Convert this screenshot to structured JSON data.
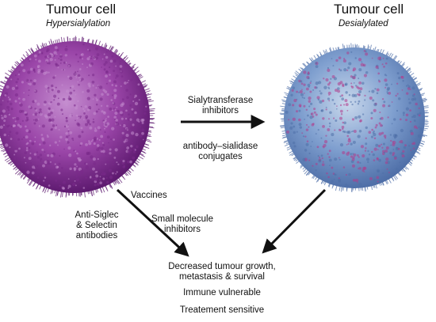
{
  "left_cell": {
    "title": "Tumour cell",
    "subtitle": "Hypersialylation",
    "colors": {
      "core": "#7a2a8a",
      "mid": "#9a45a8",
      "edge": "#c58ed0",
      "spike": "#5e1a70"
    }
  },
  "right_cell": {
    "title": "Tumour cell",
    "subtitle": "Desialylated",
    "colors": {
      "core": "#4f6fa8",
      "mid": "#7f9fcf",
      "edge": "#c9d8ec",
      "spike": "#b03a8a"
    }
  },
  "top_arrow": {
    "label_1": "Sialytransferase\ninhibitors",
    "label_2": "antibody–sialidase\nconjugates"
  },
  "middle_labels": {
    "vaccines": "Vaccines",
    "small_molecule": "Small molecule\ninhibitors",
    "anti_siglec": "Anti-Siglec\n& Selectin\nantibodies"
  },
  "outcome": {
    "line_1": "Decreased tumour growth,\nmetastasis & survival",
    "line_2": "Immune vulnerable",
    "line_3": "Treatement sensitive"
  },
  "arrow_color": "#111111"
}
